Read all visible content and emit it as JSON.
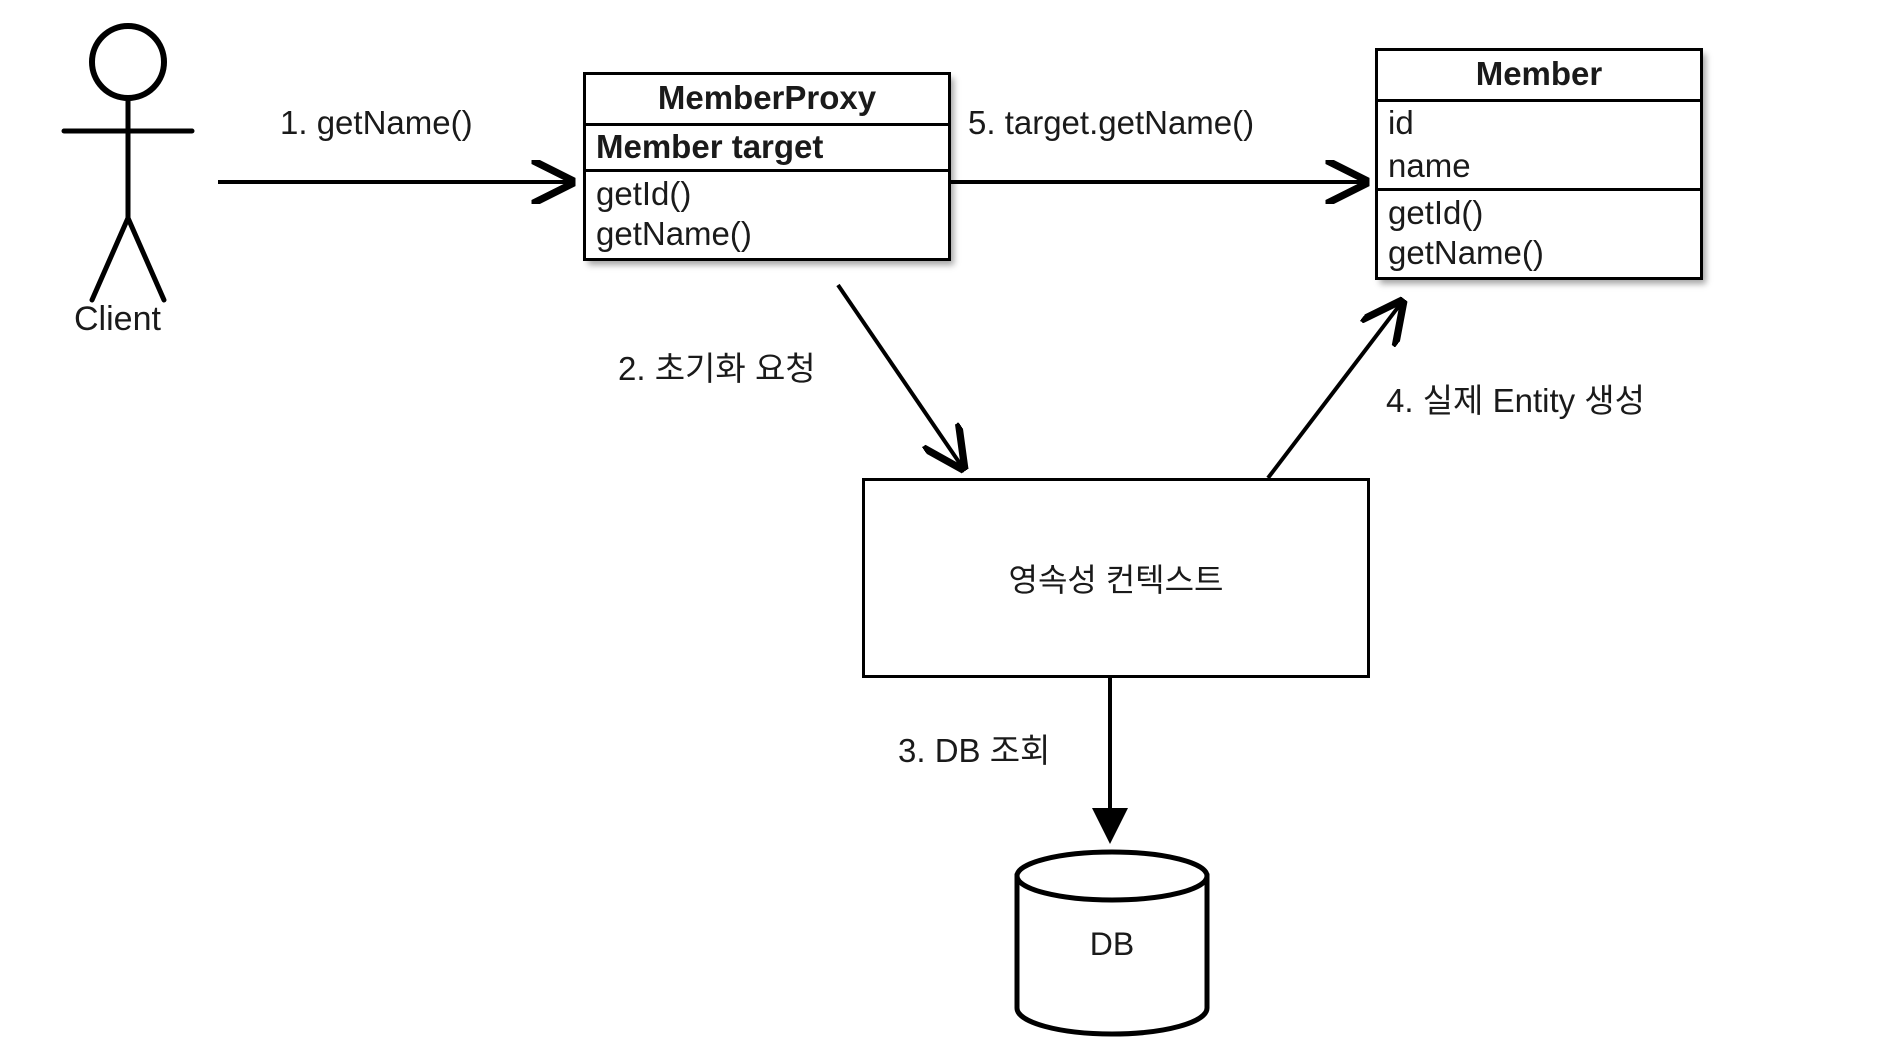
{
  "diagram": {
    "title": "JPA Proxy lazy loading sequence",
    "background": "#ffffff",
    "stroke": "#000000",
    "text_color": "#1a1a1a"
  },
  "actor": {
    "name": "Client",
    "icon": "stick-figure-actor"
  },
  "classes": [
    {
      "key": "member_proxy",
      "title": "MemberProxy",
      "attributes": [
        {
          "text": "Member target",
          "bold": true
        }
      ],
      "operations": [
        "getId()",
        "getName()"
      ]
    },
    {
      "key": "member",
      "title": "Member",
      "attributes": [
        {
          "text": "id",
          "bold": false
        },
        {
          "text": "name",
          "bold": false
        }
      ],
      "operations": [
        "getId()",
        "getName()"
      ]
    }
  ],
  "boxes": [
    {
      "key": "persistence_context",
      "label": "영속성 컨텍스트"
    }
  ],
  "datastore": {
    "key": "db",
    "label": "DB",
    "shape": "cylinder"
  },
  "messages": [
    {
      "step": "1",
      "label": "1. getName()",
      "from": "Client",
      "to": "MemberProxy"
    },
    {
      "step": "2",
      "label": "2. 초기화 요청",
      "from": "MemberProxy",
      "to": "영속성 컨텍스트"
    },
    {
      "step": "3",
      "label": "3. DB 조회",
      "from": "영속성 컨텍스트",
      "to": "DB"
    },
    {
      "step": "4",
      "label": "4. 실제 Entity 생성",
      "from": "영속성 컨텍스트",
      "to": "Member"
    },
    {
      "step": "5",
      "label": "5. target.getName()",
      "from": "MemberProxy",
      "to": "Member"
    }
  ]
}
